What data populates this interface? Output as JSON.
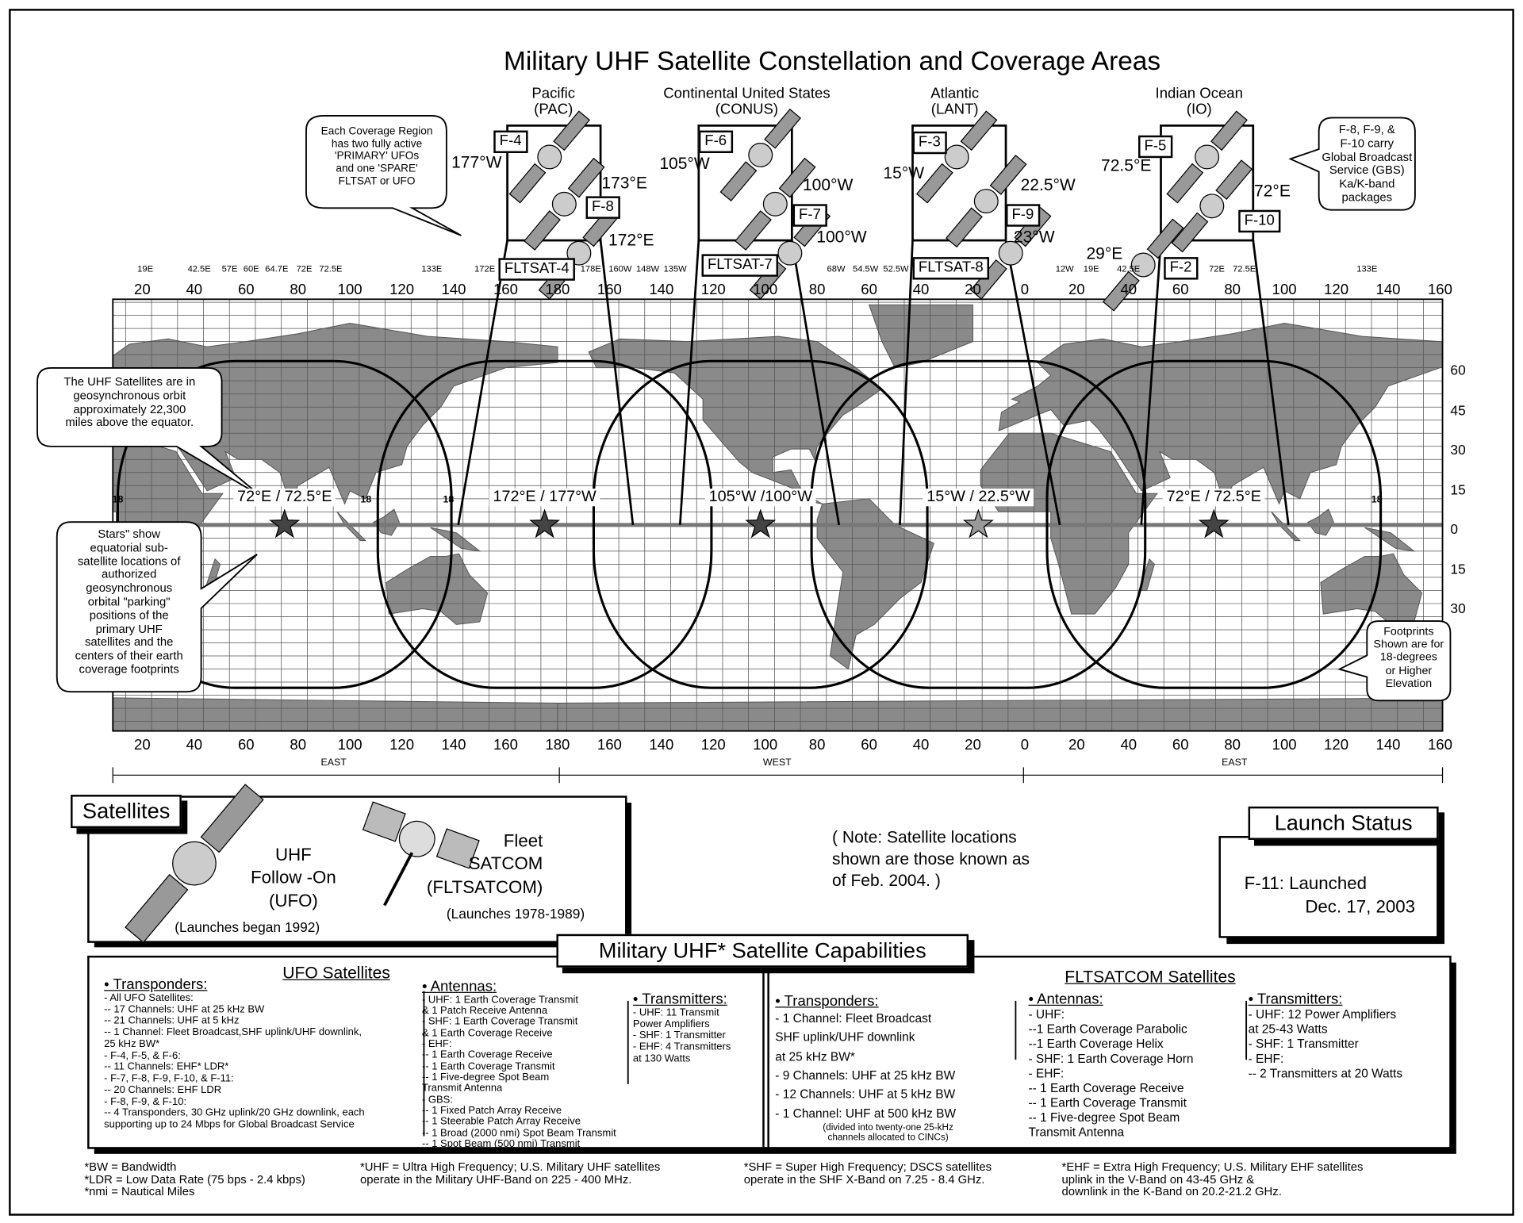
{
  "title": "Military UHF Satellite Constellation and Coverage Areas",
  "regions": [
    {
      "name": "Pacific",
      "abbr": "(PAC)"
    },
    {
      "name": "Continental United States",
      "abbr": "(CONUS)"
    },
    {
      "name": "Atlantic",
      "abbr": "(LANT)"
    },
    {
      "name": "Indian Ocean",
      "abbr": "(IO)"
    }
  ],
  "satellites": {
    "pac": {
      "a": "F-4",
      "a_pos": "177°W",
      "b": "F-8",
      "b_pos": "173°E",
      "spare": "FLTSAT-4",
      "spare_pos": "172°E"
    },
    "conus": {
      "a": "F-6",
      "a_pos": "105°W",
      "b": "F-7",
      "b_pos": "100°W",
      "spare": "FLTSAT-7",
      "spare_pos": "100°W"
    },
    "lant": {
      "a": "F-3",
      "a_pos": "15°W",
      "b": "F-9",
      "b_pos": "22.5°W",
      "spare": "FLTSAT-8",
      "spare_pos": "23°W"
    },
    "io": {
      "a": "F-5",
      "a_pos": "72.5°E",
      "b": "F-10",
      "b_pos": "72°E",
      "spare": "F-2",
      "spare_pos": "29°E"
    }
  },
  "callouts": {
    "coverage_region": [
      "Each Coverage Region",
      "has two fully active",
      "'PRIMARY' UFOs",
      "and one 'SPARE'",
      "FLTSAT or UFO"
    ],
    "gbs": [
      "F-8, F-9, &",
      "F-10 carry",
      "Global Broadcast",
      "Service (GBS)",
      "Ka/K-band",
      "packages"
    ],
    "orbit": [
      "The UHF Satellites are in",
      "geosynchronous orbit",
      "approximately 22,300",
      "miles above the equator."
    ],
    "stars": [
      "Stars\" show",
      "equatorial sub-",
      "satellite locations of",
      "authorized",
      "geosynchronous",
      "orbital \"parking\"",
      "positions of the",
      "primary UHF",
      "satellites and the",
      "centers of their earth",
      "coverage footprints"
    ],
    "footprints": [
      "Footprints",
      "Shown are for",
      "18-degrees",
      "or Higher",
      "Elevation"
    ]
  },
  "map": {
    "top_small_labels": [
      "19E",
      "42.5E",
      "57E",
      "60E",
      "64.7E",
      "72E",
      "72.5E",
      "133E",
      "172E",
      "178E",
      "160W",
      "148W",
      "135W",
      "68W",
      "54.5W",
      "52.5W",
      "12W",
      "19E",
      "42.5E",
      "72E",
      "72.5E",
      "133E"
    ],
    "lon_ticks": [
      "20",
      "40",
      "60",
      "80",
      "100",
      "120",
      "140",
      "160",
      "180",
      "160",
      "140",
      "120",
      "100",
      "80",
      "60",
      "40",
      "20",
      "0",
      "20",
      "40",
      "60",
      "80",
      "100",
      "120",
      "140",
      "160"
    ],
    "lat_ticks": [
      "60",
      "45",
      "30",
      "15",
      "0",
      "15",
      "30"
    ],
    "hemisphere_labels": [
      "EAST",
      "WEST",
      "EAST"
    ],
    "elevation_label": "18",
    "positions": [
      "72°E / 72.5°E",
      "172°E / 177°W",
      "105°W /100°W",
      "15°W / 22.5°W",
      "72°E / 72.5°E"
    ],
    "colors": {
      "land": "#8a8a8a",
      "ocean": "#ffffff",
      "grid": "#555555",
      "equator": "#777777"
    }
  },
  "satellites_panel": {
    "title": "Satellites",
    "ufo": [
      "UHF",
      "Follow -On",
      "(UFO)"
    ],
    "ufo_note": "(Launches began 1992)",
    "fltsat": [
      "Fleet",
      "SATCOM",
      "(FLTSATCOM)"
    ],
    "fltsat_note": "(Launches 1978-1989)"
  },
  "note": {
    "label": "Note",
    "lines": [
      "( Note: Satellite locations",
      "shown are those known as",
      "of Feb.  2004. )"
    ]
  },
  "launch_status": {
    "title": "Launch Status",
    "lines": [
      "F-11:  Launched",
      "Dec. 17, 2003"
    ]
  },
  "capabilities": {
    "title": "Military UHF* Satellite Capabilities",
    "ufo": {
      "title": "UFO Satellites",
      "transponders_hd": "• Transponders:",
      "transponders": [
        "- All UFO Satellites:",
        "  -- 17 Channels: UHF at 25 kHz BW",
        "  -- 21 Channels: UHF at 5 kHz",
        "  -- 1 Channel: Fleet Broadcast,SHF uplink/UHF downlink,",
        "     25 kHz BW*",
        "- F-4, F-5, & F-6:",
        "  -- 11 Channels: EHF* LDR*",
        "- F-7, F-8, F-9, F-10, & F-11:",
        "  -- 20 Channels: EHF LDR",
        "- F-8, F-9, & F-10:",
        "  -- 4 Transponders, 30 GHz uplink/20 GHz downlink,  each",
        "     supporting up to 24 Mbps for Global Broadcast Service"
      ],
      "antennas_hd": "• Antennas:",
      "antennas": [
        "- UHF: 1 Earth Coverage Transmit",
        "  & 1 Patch Receive Antenna",
        "- SHF: 1 Earth Coverage Transmit",
        "      & 1 Earth Coverage Receive",
        "- EHF:",
        "  -- 1 Earth Coverage Receive",
        "  -- 1 Earth Coverage Transmit",
        "  -- 1 Five-degree Spot Beam",
        "     Transmit Antenna",
        "- GBS:",
        "  -- 1 Fixed Patch Array Receive",
        "  -- 1 Steerable Patch Array Receive",
        "  -- 1 Broad (2000 nmi) Spot Beam Transmit",
        "  -- 1 Spot Beam (500 nmi) Transmit"
      ],
      "transmitters_hd": "• Transmitters:",
      "transmitters": [
        "- UHF: 11 Transmit",
        "    Power Amplifiers",
        "- SHF: 1 Transmitter",
        "- EHF: 4 Transmitters",
        "    at 130 Watts"
      ]
    },
    "fltsat": {
      "title": "FLTSATCOM Satellites",
      "transponders_hd": "• Transponders:",
      "transponders": [
        "-   1 Channel: Fleet Broadcast",
        "      SHF uplink/UHF downlink",
        "      at 25 kHz BW*",
        "-   9 Channels: UHF at 25 kHz BW",
        "- 12 Channels: UHF at 5 kHz BW",
        "-   1 Channel:   UHF at 500 kHz BW"
      ],
      "transponders_note": [
        "(divided into twenty-one 25-kHz",
        "channels allocated to CINCs)"
      ],
      "antennas_hd": "• Antennas:",
      "antennas": [
        "- UHF:",
        "  --1 Earth Coverage Parabolic",
        "  --1 Earth Coverage Helix",
        "- SHF: 1 Earth Coverage Horn",
        "- EHF:",
        "  -- 1 Earth Coverage Receive",
        "  -- 1 Earth Coverage Transmit",
        "  -- 1 Five-degree Spot Beam",
        "     Transmit Antenna"
      ],
      "transmitters_hd": "• Transmitters:",
      "transmitters": [
        "- UHF: 12 Power Amplifiers",
        "    at 25-43 Watts",
        "- SHF: 1 Transmitter",
        "- EHF:",
        "  -- 2 Transmitters at 20 Watts"
      ]
    }
  },
  "footnotes": {
    "a": [
      "*BW = Bandwidth",
      "*LDR = Low Data Rate (75 bps - 2.4 kbps)",
      "*nmi = Nautical Miles"
    ],
    "uhf": [
      "*UHF = Ultra High Frequency; U.S. Military UHF satellites",
      "       operate in the Military UHF-Band on 225 - 400 MHz."
    ],
    "shf": [
      "*SHF = Super High Frequency; DSCS satellites",
      "   operate in the SHF X-Band on 7.25 - 8.4 GHz."
    ],
    "ehf": [
      "*EHF = Extra High Frequency; U.S. Military EHF satellites",
      "          uplink in the V-Band on 43-45 GHz &",
      "          downlink in the K-Band on 20.2-21.2 GHz."
    ]
  }
}
